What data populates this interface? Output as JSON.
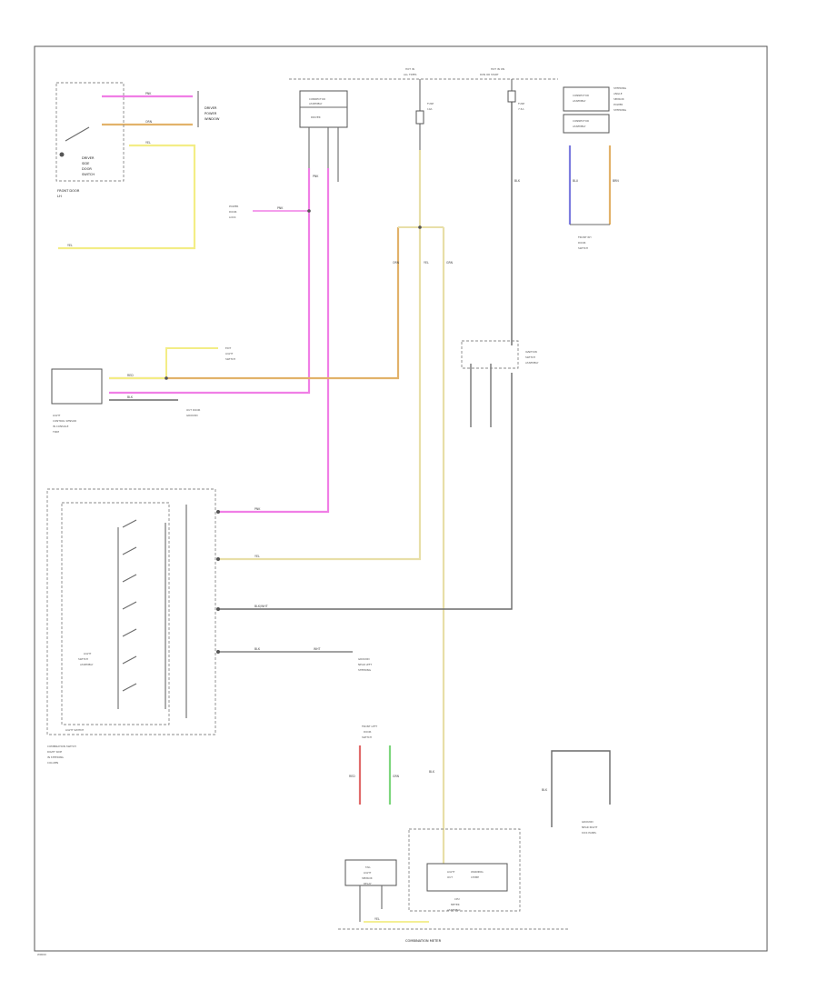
{
  "page_code": "W0000",
  "title": "WIRING DIAGRAM",
  "components": {
    "door_switch": [
      "DRIVER",
      "SIDE",
      "DOOR",
      "SWITCH"
    ],
    "door_switch_location": [
      "FRONT DOOR",
      "LH"
    ],
    "door_switch_note": [
      "DRIVER",
      "POWER",
      "WINDOW"
    ],
    "junction_top": "DRIVER",
    "junction_a": [
      "CONNECTOR",
      "ASSEMBLY"
    ],
    "fuse_left": [
      "FUSE",
      "10A"
    ],
    "fuse_right": [
      "FUSE",
      "7.5A"
    ],
    "top_right_block": [
      "CONNECTOR",
      "ASSEMBLY",
      "CONNECTOR",
      "ASSEMBLY"
    ],
    "top_right_note": [
      "STEERING",
      "ANGLE",
      "SENSOR",
      "POWER",
      "STEERING"
    ],
    "hot_labels": [
      "HOT IN",
      "ALL TIMES",
      "HOT IN ON",
      "RUN OR START"
    ],
    "front_right_door": [
      "FRONT RH",
      "DOOR",
      "SWITCH"
    ],
    "ground_tl": [
      "POWER",
      "DOOR",
      "LOCK"
    ],
    "sensor": [
      "LIGHT",
      "CONTROL SENSOR",
      "IN CONSOLE",
      "TRIM"
    ],
    "ground_mid": [
      "EXIT",
      "LIGHT",
      "SWITCH"
    ],
    "ground_left": [
      "OUT DOOR",
      "GROUND"
    ],
    "ignition": [
      "IGNITION",
      "SWITCH",
      "ASSEMBLY"
    ],
    "light_switch": [
      "LIGHT",
      "SWITCH",
      "ASSEMBLY"
    ],
    "light_switch_sub": [
      "COMBINATION SWITCH",
      "RIGHT SIDE",
      "IN STEERING",
      "COLUMN"
    ],
    "light_switch_group": "LIGHT SWITCH",
    "ground_ls": [
      "GROUND",
      "NEAR LEFT",
      "STEERING"
    ],
    "front_left_door": [
      "FRONT LEFT",
      "DOOR",
      "SWITCH"
    ],
    "right_ground": [
      "GROUND",
      "NEAR RIGHT",
      "KICK PANEL"
    ],
    "combination_meter": "COMBINATION METER",
    "meter_inner": [
      "LIGHT",
      "OUT",
      "WARNING",
      "CHIME"
    ],
    "meter_block": [
      "CPU",
      "METER",
      "ASSEMBLY"
    ],
    "tail_light": [
      "TAIL",
      "LIGHT",
      "SENSOR",
      "RELAY"
    ]
  },
  "wire_labels": {
    "door_pink": "PNK",
    "door_orange": "ORN",
    "door_yellow": "YEL",
    "ground_yel": "YEL",
    "pink_main": "PNK",
    "blu": "BLU",
    "brn": "BRN",
    "grn": "GRN",
    "red": "RED",
    "blk": "BLK",
    "yel_link": "YEL",
    "orn_link": "ORN",
    "pnk_link": "PNK",
    "blk_ign": "BLK",
    "pnk_sw": "PNK",
    "yel_sw": "YEL",
    "blk_sw": "BLK/WHT",
    "blk_gnd": "BLK",
    "wht_gnd": "WHT",
    "blk_meter": "BLK",
    "yel_meter": "YEL",
    "red_fl": "RED",
    "grn_fl": "GRN",
    "grn_right": "BLK"
  },
  "colors": {
    "pink": "#f07ee6",
    "orange": "#e2b26a",
    "yellow": "#f3ed86",
    "blue": "#7d7ddf",
    "green": "#7dd67d",
    "red": "#e06a6a",
    "black": "#6a6a6a",
    "tan": "#e8dfa8"
  }
}
